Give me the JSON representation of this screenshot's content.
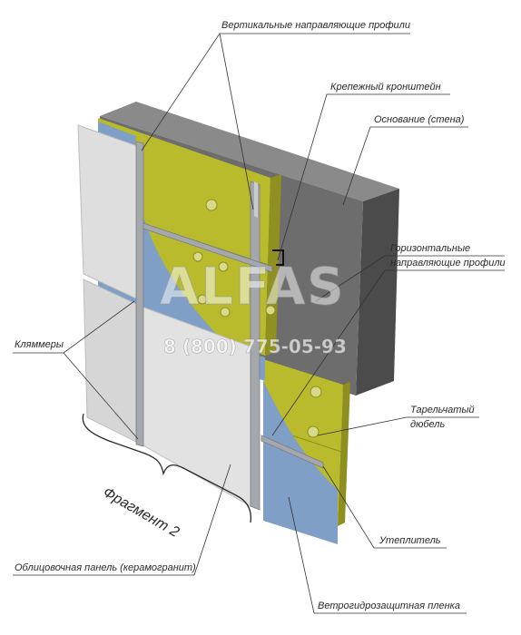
{
  "labels": {
    "vertical_profiles": "Вертикальные направляющие профили",
    "bracket": "Крепежный кронштейн",
    "base_wall": "Основание (стена)",
    "horizontal_profiles_line1": "Горизонтальные",
    "horizontal_profiles_line2": "направляющие профили",
    "clamps": "Кляммеры",
    "plate_dowel_line1": "Тарельчатый",
    "plate_dowel_line2": "дюбель",
    "fragment": "Фрагмент 2",
    "insulation": "Утеплитель",
    "cladding_panel": "Облицовочная панель (керамогранит)",
    "membrane": "Ветрогидрозащитная пленка"
  },
  "watermark": {
    "brand": "ALFAS",
    "phone": "8 (800) 775-05-93"
  },
  "colors": {
    "wall_front": "#6b6b6b",
    "wall_side": "#4a4a4a",
    "wall_top": "#8a8a8a",
    "insulation": "#b7b82a",
    "membrane": "#7f9fc6",
    "panel": "#dcdcdc",
    "profile": "#9ea3a8",
    "leader": "#333333"
  }
}
